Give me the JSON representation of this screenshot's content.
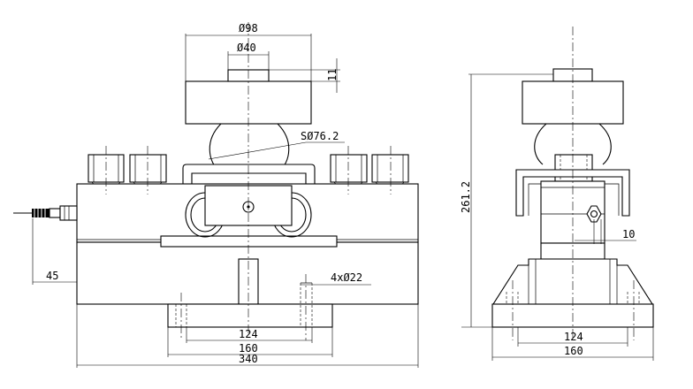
{
  "front_view": {
    "dims": {
      "top_cap_diameter": "Ø98",
      "top_pin_diameter": "Ø40",
      "top_pin_height": "11",
      "sphere_radius": "SØ76.2",
      "cable_offset": "45",
      "holes": "4xØ22",
      "hole_pitch": "124",
      "base_width": "160",
      "overall_length": "340"
    }
  },
  "side_view": {
    "dims": {
      "overall_height": "261.2",
      "bolt_offset": "10",
      "hole_pitch": "124",
      "base_width": "160"
    }
  }
}
